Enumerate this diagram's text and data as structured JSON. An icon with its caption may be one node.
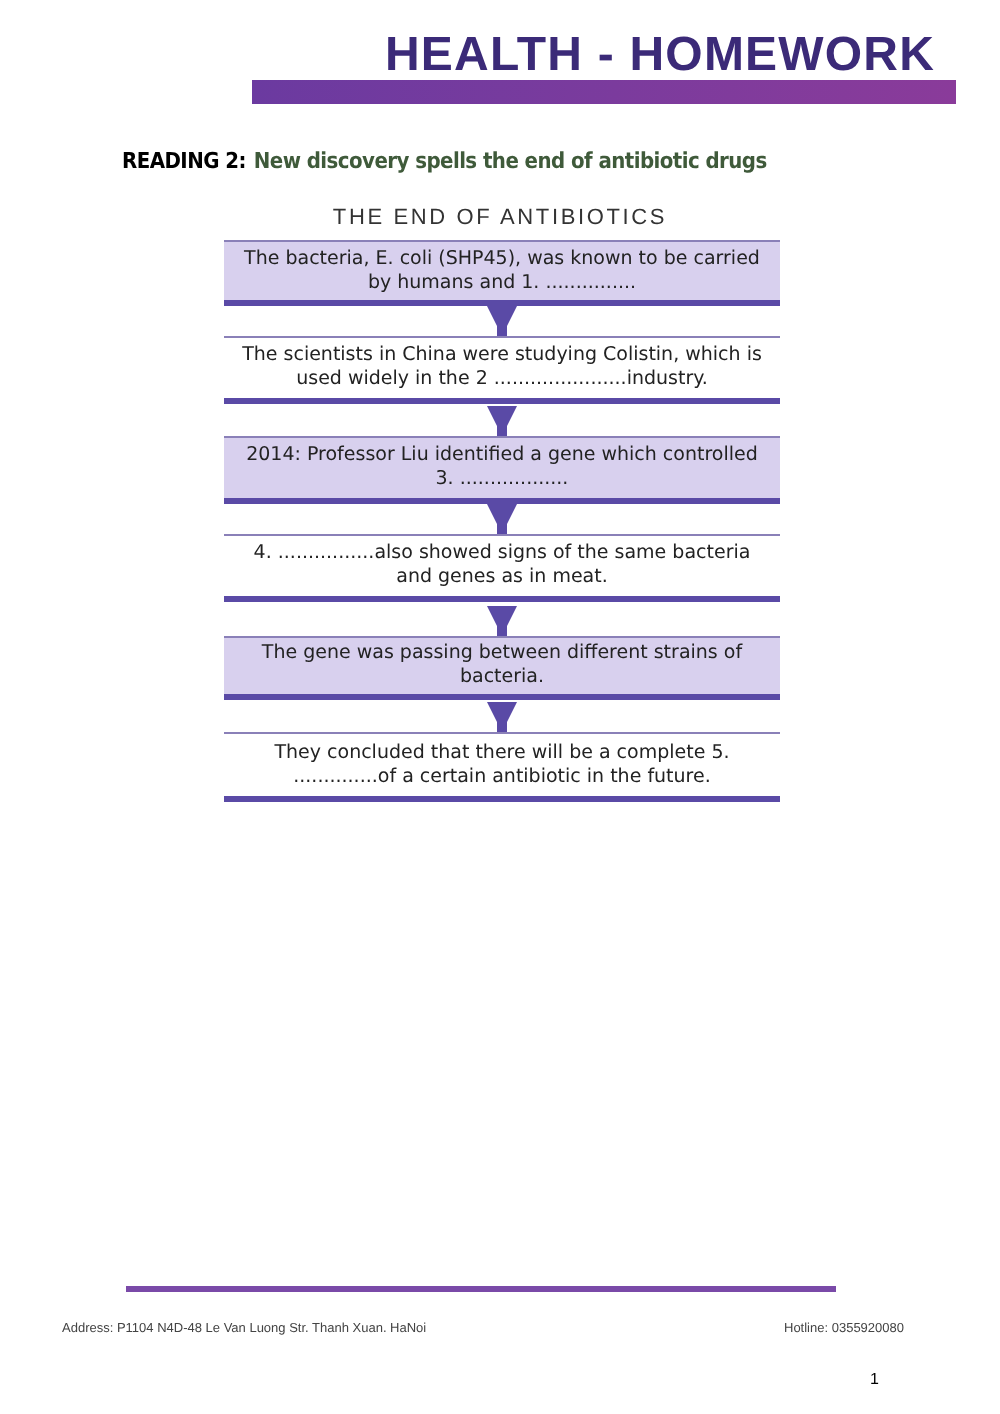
{
  "diagram": {
    "title": "THE END OF ANTIBIOTICS",
    "nodes": [
      {
        "text": [
          "The bacteria, E. coli (SHP45), was known to be carried by humans and 1. ..............."
        ]
      },
      {
        "text": [
          "The scientists in China were studying Colistin, which is used widely in the 2 ......................industry."
        ]
      },
      {
        "text": [
          "2014: Professor Liu identified a gene which controlled 3. .................."
        ]
      },
      {
        "text": [
          "4. ................also showed signs of the same bacteria and genes as in meat."
        ]
      },
      {
        "text": [
          "The gene was passing between different strains of bacteria."
        ]
      },
      {
        "text": [
          "They concluded that there will be a complete 5. ..............of a certain antibiotic in the future."
        ]
      }
    ],
    "edges": [
      {
        "from": 0,
        "to": 1,
        "arrow": "to"
      },
      {
        "from": 1,
        "to": 2,
        "arrow": "to"
      },
      {
        "from": 2,
        "to": 3,
        "arrow": "to"
      },
      {
        "from": 3,
        "to": 4,
        "arrow": "to"
      },
      {
        "from": 4,
        "to": 5,
        "arrow": "to"
      }
    ],
    "labels": [
      "HEALTH - HOMEWORK",
      "READING 2:",
      "New discovery spells the end of antibiotic drugs",
      "Address: P1104 N4D-48 Le Van Luong Str. Thanh Xuan. HaNoi",
      "Hotline: 0355920080",
      "1"
    ]
  }
}
